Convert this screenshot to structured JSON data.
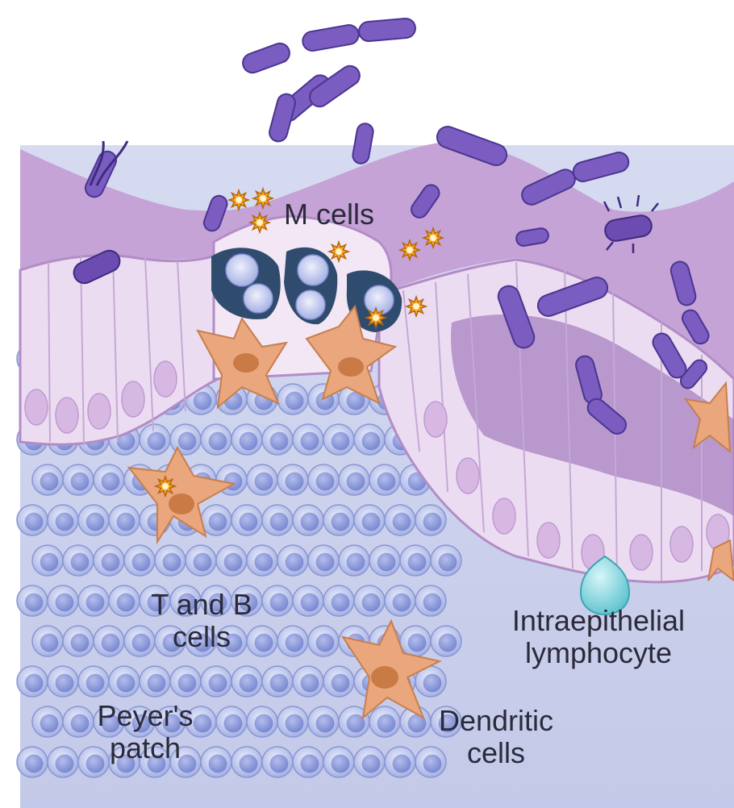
{
  "labels": {
    "m_cells": "M cells",
    "t_b_cells_line1": "T and B",
    "t_b_cells_line2": "cells",
    "peyers_line1": "Peyer's",
    "peyers_line2": "patch",
    "dendritic_line1": "Dendritic",
    "dendritic_line2": "cells",
    "iel_line1": "Intraepithelial",
    "iel_line2": "lymphocyte"
  },
  "colors": {
    "mucus": "#c9a7d9",
    "epithelium": "#e9d8ef",
    "epithelium_edge": "#b38cc7",
    "bacteria": "#7a5cbf",
    "lymphocyte": "#a7b3e6",
    "lymphocyte_nucleus": "#8391d6",
    "dendritic": "#e9a47a",
    "dendritic_nucleus": "#c97a45",
    "antigen": "#f5a623",
    "iel": "#7fd3dc",
    "tissue_bg": "#c7cde9",
    "pocket_dark": "#2f4b6e"
  }
}
